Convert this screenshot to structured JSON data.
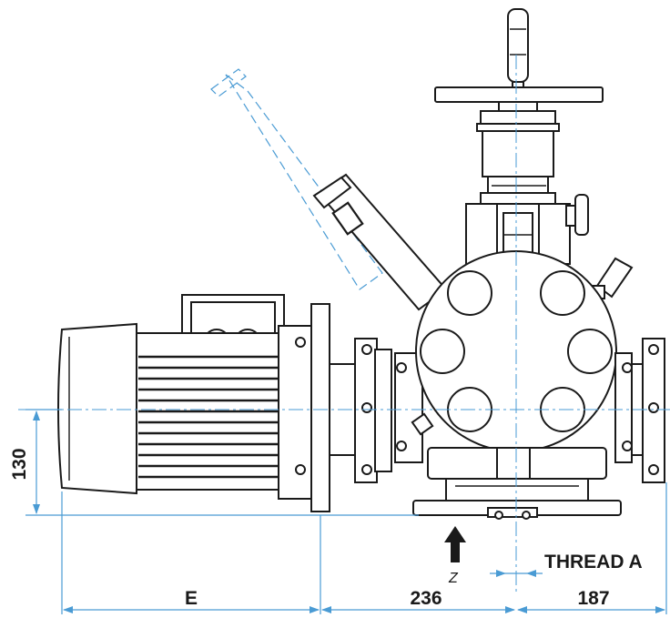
{
  "dimensions": {
    "height_label": "130",
    "motor_length_label": "E",
    "flange_to_center_label": "236",
    "center_to_port_label": "187"
  },
  "annotations": {
    "thread_label": "THREAD A",
    "view_label": "Z"
  },
  "colors": {
    "outline": "#1a1a1a",
    "dimension_lines": "#4a9bd4",
    "background": "#ffffff"
  }
}
